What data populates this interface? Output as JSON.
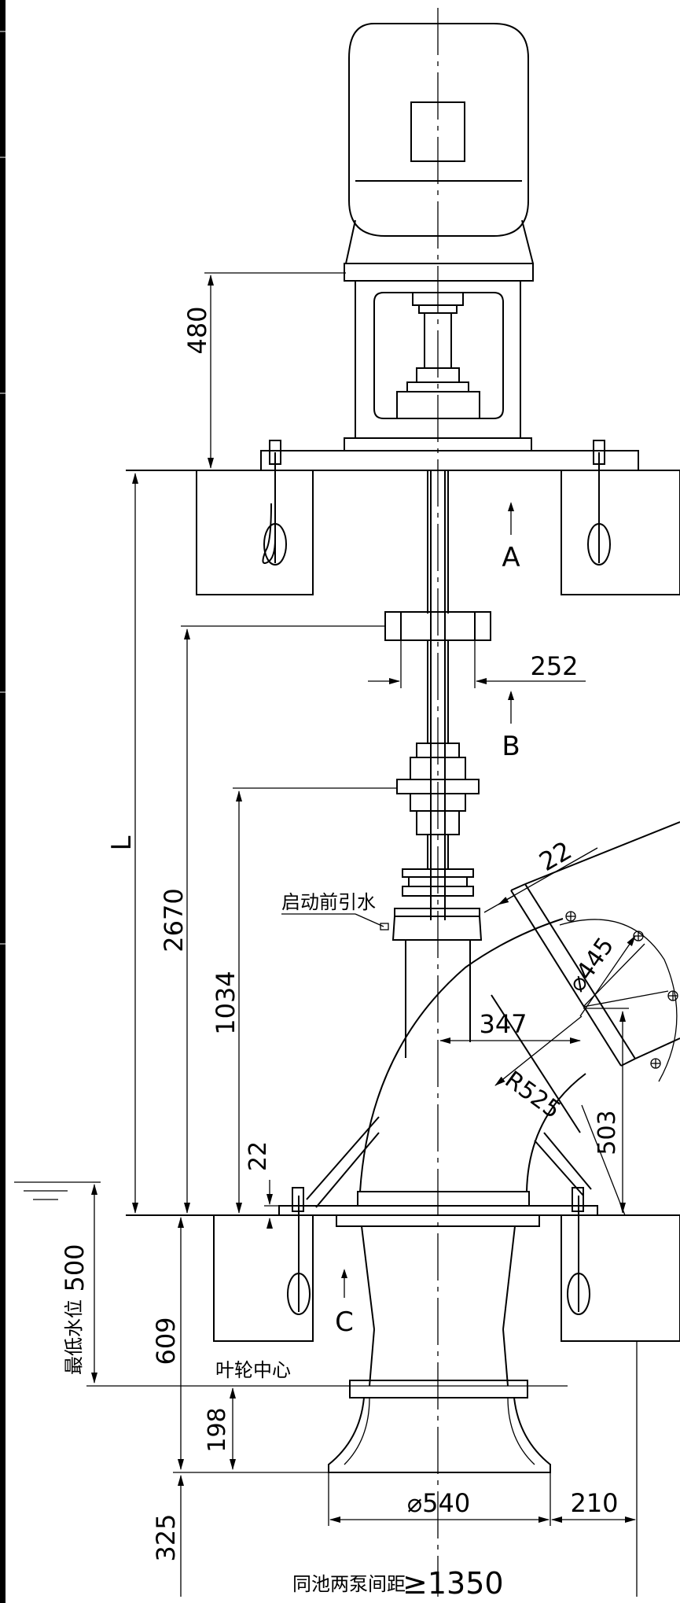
{
  "dimensions": {
    "d480": "480",
    "d252": "252",
    "d2670": "2670",
    "d1034": "1034",
    "d22_top": "22",
    "d22_left": "22",
    "d347": "347",
    "d503": "503",
    "d609": "609",
    "d198": "198",
    "d325": "325",
    "d540": "⌀540",
    "d210": "210",
    "phi445": "⌀445",
    "r525": "R525",
    "d500": "500",
    "L": "L"
  },
  "sections": {
    "A": "A",
    "B": "B",
    "C": "C"
  },
  "labels": {
    "priming": "启动前引水",
    "min_water_level": "最低水位",
    "impeller_center": "叶轮中心",
    "pump_spacing_prefix": "同池两泵间距",
    "pump_spacing_value": "≥1350"
  }
}
